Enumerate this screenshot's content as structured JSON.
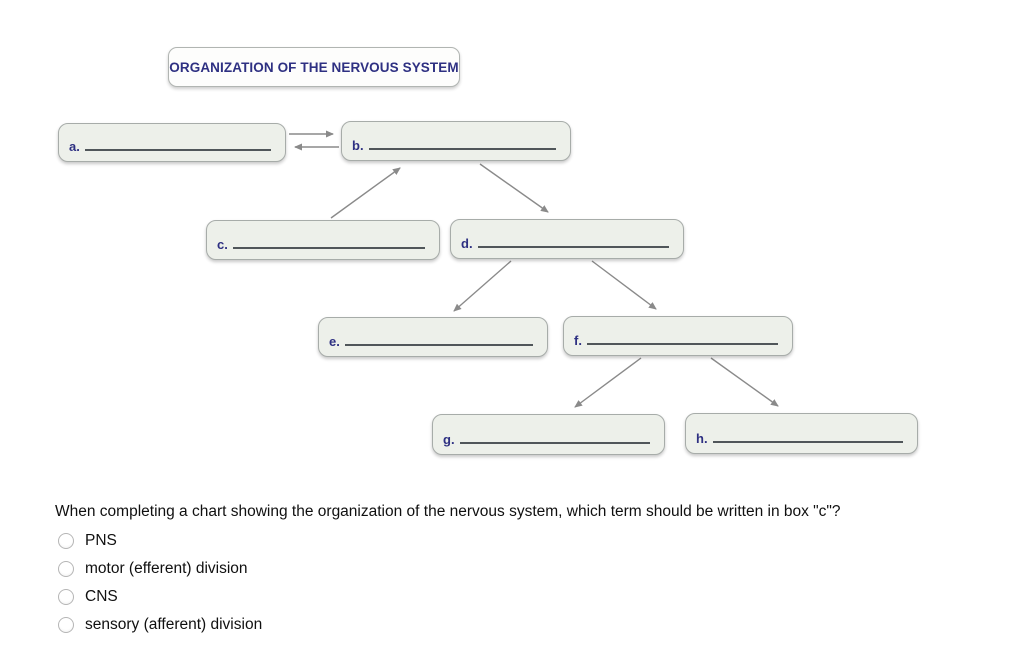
{
  "title": "ORGANIZATION OF THE NERVOUS SYSTEM",
  "diagram": {
    "boxes": [
      {
        "id": "a",
        "label": "a."
      },
      {
        "id": "b",
        "label": "b."
      },
      {
        "id": "c",
        "label": "c."
      },
      {
        "id": "d",
        "label": "d."
      },
      {
        "id": "e",
        "label": "e."
      },
      {
        "id": "f",
        "label": "f."
      },
      {
        "id": "g",
        "label": "g."
      },
      {
        "id": "h",
        "label": "h."
      }
    ],
    "connections": [
      {
        "from": "a",
        "to": "b",
        "style": "horizontal-arrow"
      },
      {
        "from": "b",
        "to": "a",
        "style": "horizontal-arrow"
      },
      {
        "from": "c",
        "to": "b",
        "style": "diagonal-arrow"
      },
      {
        "from": "b",
        "to": "d",
        "style": "diagonal-arrow"
      },
      {
        "from": "d",
        "to": "e",
        "style": "diagonal-arrow"
      },
      {
        "from": "d",
        "to": "f",
        "style": "diagonal-arrow"
      },
      {
        "from": "f",
        "to": "g",
        "style": "diagonal-arrow"
      },
      {
        "from": "f",
        "to": "h",
        "style": "diagonal-arrow"
      }
    ]
  },
  "question": {
    "text": "When completing a chart showing the organization of the nervous system, which term should be written in box \"c\"?",
    "options": [
      {
        "label": "PNS",
        "selected": false
      },
      {
        "label": "motor (efferent) division",
        "selected": false
      },
      {
        "label": "CNS",
        "selected": false
      },
      {
        "label": "sensory (afferent) division",
        "selected": false
      }
    ]
  },
  "colors": {
    "box_fill": "#edf0ea",
    "box_border": "#a7aca9",
    "label_text": "#2e3082",
    "arrow": "#8a8a8a",
    "blank_line": "#50565a",
    "question_text": "#101010"
  }
}
